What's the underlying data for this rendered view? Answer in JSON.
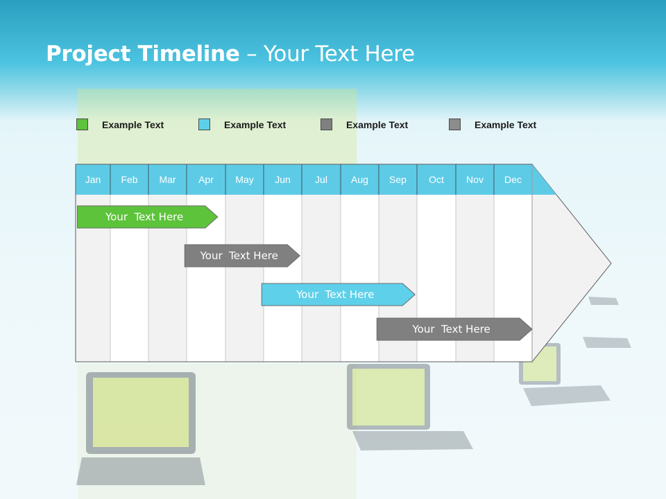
{
  "title": {
    "bold": "Project Timeline",
    "rest": " – Your Text Here"
  },
  "legend": [
    {
      "label": "Example Text",
      "color": "#5cc33a"
    },
    {
      "label": "Example Text",
      "color": "#5cd0e8"
    },
    {
      "label": "Example Text",
      "color": "#808080"
    },
    {
      "label": "Example Text",
      "color": "#8c8c8c"
    }
  ],
  "timeline": {
    "months": [
      "Jan",
      "Feb",
      "Mar",
      "Apr",
      "May",
      "Jun",
      "Jul",
      "Aug",
      "Sep",
      "Oct",
      "Nov",
      "Dec"
    ],
    "header_color": "#5ecbe6",
    "bars": [
      {
        "label": "Your  Text Here",
        "start_month": 0.05,
        "end_month": 3.8,
        "color": "#5cc33a",
        "text_color": "#ffffff"
      },
      {
        "label": "Your  Text Here",
        "start_month": 2.95,
        "end_month": 5.95,
        "color": "#808080",
        "text_color": "#ffffff"
      },
      {
        "label": "Your  Text Here",
        "start_month": 4.95,
        "end_month": 8.95,
        "color": "#5ed0ea",
        "text_color": "#ffffff"
      },
      {
        "label": "Your  Text Here",
        "start_month": 7.95,
        "end_month": 12.0,
        "color": "#808080",
        "text_color": "#1a1a1a"
      }
    ]
  }
}
